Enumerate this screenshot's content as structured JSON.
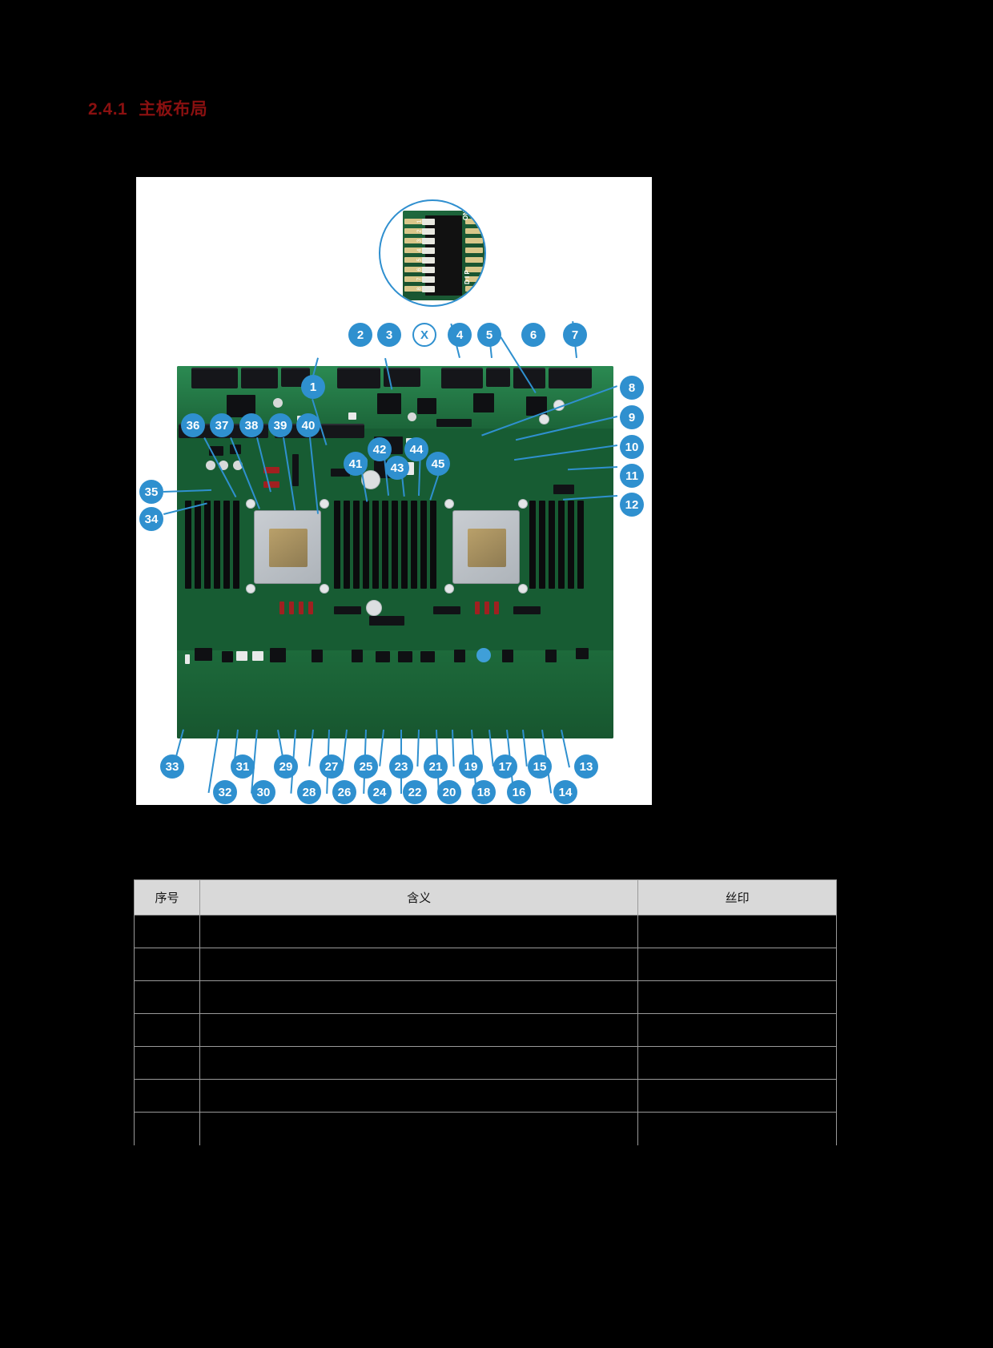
{
  "heading": {
    "number": "2.4.1",
    "title": "主板布局"
  },
  "figure": {
    "name": "motherboard-layout-diagram",
    "dip_switch": {
      "label_on": "ON",
      "label_dip": "D I P",
      "positions": [
        "1",
        "2",
        "3",
        "4",
        "5",
        "6",
        "7",
        "8"
      ]
    },
    "accent_color": "#2f90cf",
    "callouts_top": [
      "2",
      "3",
      "X",
      "4",
      "5",
      "6",
      "7"
    ],
    "callouts_right": [
      "8",
      "9",
      "10",
      "11",
      "12"
    ],
    "callouts_left_upper": [
      "36",
      "37",
      "38",
      "39",
      "40"
    ],
    "callouts_left_edge": [
      "35",
      "34"
    ],
    "callouts_center": [
      "1",
      "41",
      "42",
      "43",
      "44",
      "45"
    ],
    "callouts_bottom_row1": [
      "33",
      "31",
      "29",
      "27",
      "25",
      "23",
      "21",
      "19",
      "17",
      "15",
      "13"
    ],
    "callouts_bottom_row2": [
      "32",
      "30",
      "28",
      "26",
      "24",
      "22",
      "20",
      "18",
      "16",
      "14"
    ]
  },
  "table": {
    "headers": [
      "序号",
      "含义",
      "丝印"
    ],
    "rows": [
      [
        "",
        "",
        ""
      ],
      [
        "",
        "",
        ""
      ],
      [
        "",
        "",
        ""
      ],
      [
        "",
        "",
        ""
      ],
      [
        "",
        "",
        ""
      ],
      [
        "",
        "",
        ""
      ],
      [
        "",
        "",
        ""
      ]
    ]
  }
}
